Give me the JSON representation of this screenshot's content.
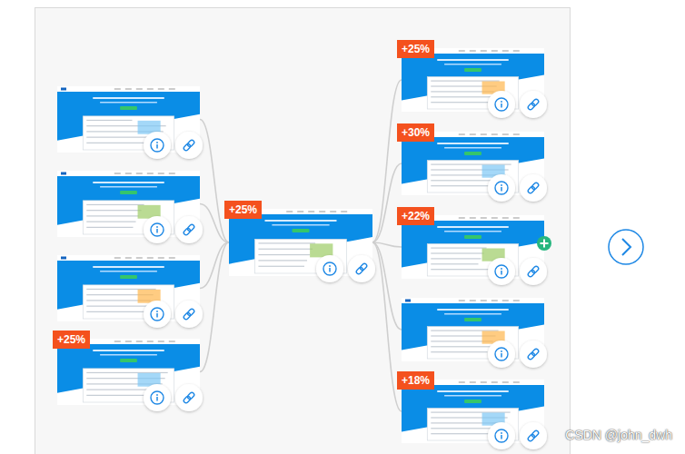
{
  "diagram": {
    "nodes": [
      {
        "text": []
      },
      {
        "text": []
      },
      {
        "text": []
      },
      {
        "text": [
          "+25%"
        ]
      },
      {
        "text": [
          "+25%"
        ]
      },
      {
        "text": [
          "+25%"
        ]
      },
      {
        "text": [
          "+30%"
        ]
      },
      {
        "text": [
          "+22%"
        ]
      },
      {
        "text": []
      },
      {
        "text": [
          "+18%"
        ]
      }
    ],
    "edges": [
      {
        "from": 0,
        "to": 4,
        "arrow": "none"
      },
      {
        "from": 1,
        "to": 4,
        "arrow": "none"
      },
      {
        "from": 2,
        "to": 4,
        "arrow": "none"
      },
      {
        "from": 3,
        "to": 4,
        "arrow": "none"
      },
      {
        "from": 4,
        "to": 5,
        "arrow": "none"
      },
      {
        "from": 4,
        "to": 6,
        "arrow": "none"
      },
      {
        "from": 4,
        "to": 7,
        "arrow": "none"
      },
      {
        "from": 4,
        "to": 8,
        "arrow": "none"
      },
      {
        "from": 4,
        "to": 9,
        "arrow": "none"
      }
    ],
    "labels": [
      "CSDN @john_dwh"
    ]
  }
}
